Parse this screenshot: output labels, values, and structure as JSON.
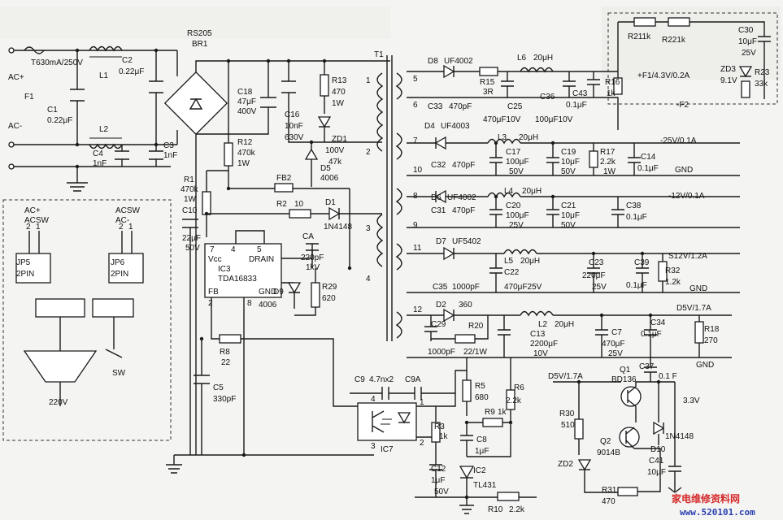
{
  "input": {
    "fuse": "T630mA/250V",
    "f1": "F1",
    "ac_plus": "AC+",
    "ac_minus": "AC-",
    "l1": "L1",
    "l2": "L2",
    "c1": "C1",
    "c1_val": "0.22μF",
    "c2": "C2",
    "c2_val": "0.22μF",
    "c4": "C4",
    "c4_val": "1nF",
    "c3": "C3",
    "c3_val": "1nF"
  },
  "bridge": {
    "part": "RS205",
    "ref": "BR1"
  },
  "jumpers": {
    "jp5": "JP5",
    "jp5_pins": "2PIN",
    "jp5_a": "2",
    "jp5_b": "1",
    "jp5_t1": "AC+",
    "jp5_t2": "ACSW",
    "jp6": "JP6",
    "jp6_pins": "2PIN",
    "jp6_a": "2",
    "jp6_b": "1",
    "jp6_t1": "ACSW",
    "jp6_t2": "AC-",
    "sw": "SW",
    "v220": "220V"
  },
  "primary": {
    "c18": "C18",
    "c18_v1": "47μF",
    "c18_v2": "400V",
    "c16": "C16",
    "c16_v1": "10nF",
    "c16_v2": "630V",
    "r13": "R13",
    "r13_v1": "470",
    "r13_v2": "1W",
    "zd1": "ZD1",
    "zd1_v1": "100V",
    "zd1_v2": "47k",
    "d5": "D5",
    "d5_v": "4006",
    "r12": "R12",
    "r12_v1": "470k",
    "r12_v2": "1W",
    "r1": "R1",
    "r1_v1": "470k",
    "r1_v2": "1W",
    "fb2": "FB2",
    "c10": "C10",
    "c10_v1": "22μF",
    "c10_v2": "50V",
    "r2": "R2",
    "r2_v": "10",
    "d1": "D1",
    "d1_v": "1N4148",
    "ic3": "IC3",
    "ic3_part": "TDA16833",
    "vcc": "Vcc",
    "drain": "DRAIN",
    "fb": "FB",
    "gnd": "GND",
    "pin7": "7",
    "pin4": "4",
    "pin5": "5",
    "pin2": "2",
    "pin8": "8",
    "ca": "CA",
    "ca_v1": "220pF",
    "ca_v2": "1kV",
    "d9": "D9",
    "d9_v": "4006",
    "r29": "R29",
    "r29_v": "620",
    "r8": "R8",
    "r8_v": "22",
    "c5": "C5",
    "c5_v": "330pF",
    "t1": "T1",
    "t1_p1": "1",
    "t1_p2": "2",
    "t1_p3": "3",
    "t1_p4": "4"
  },
  "secondary": {
    "pins": [
      "5",
      "6",
      "7",
      "8",
      "9",
      "10",
      "11",
      "12"
    ],
    "d8": "D8",
    "d8_v": "UF4002",
    "c33": "C33",
    "c33_v": "470pF",
    "r15": "R15",
    "r15_v": "3R",
    "l6": "L6",
    "l6_v": "20μH",
    "c25": "C25",
    "c25_v": "470μF10V",
    "c36": "C36",
    "c36_v": "100μF10V",
    "c43": "C43",
    "c43_v": "0.1μF",
    "r16": "R16",
    "r16_v": "1k",
    "f1_out": "+F1/4.3V/0.2A",
    "f2_out": "-F2",
    "r211k_a": "R211k",
    "r211k_b": "R221k",
    "c30": "C30",
    "c30_v1": "10μF",
    "c30_v2": "25V",
    "zd3": "ZD3",
    "zd3_v": "9.1V",
    "r23": "R23",
    "r23_v": "33k",
    "d4": "D4",
    "d4_v": "UF4003",
    "c32": "C32",
    "c32_v": "470pF",
    "l3": "L3",
    "l3_v": "20μH",
    "c17": "C17",
    "c17_v1": "100μF",
    "c17_v2": "50V",
    "c19": "C19",
    "c19_v1": "10μF",
    "c19_v2": "50V",
    "r17": "R17",
    "r17_v1": "2.2k",
    "r17_v2": "1W",
    "c14": "C14",
    "c14_v": "0.1μF",
    "out_m25": "-25V/0.1A",
    "gnd1": "GND",
    "d6": "D6",
    "d6_v": "UF4002",
    "c31": "C31",
    "c31_v": "470pF",
    "l4": "L4",
    "l4_v": "20μH",
    "c20": "C20",
    "c20_v1": "100μF",
    "c20_v2": "25V",
    "c21": "C21",
    "c21_v1": "10μF",
    "c21_v2": "50V",
    "c38": "C38",
    "c38_v": "0.1μF",
    "out_m12": "-12V/0.1A",
    "d7": "D7",
    "d7_v": "UF5402",
    "c35": "C35",
    "c35_v": "1000pF",
    "l5": "L5",
    "l5_v": "20μH",
    "c22": "C22",
    "c22_v": "470μF25V",
    "c23": "C23",
    "c23_v1": "220μF",
    "c23_v2": "25V",
    "c39": "C39",
    "c39_v": "0.1μF",
    "r32": "R32",
    "r32_v": "1.2k",
    "out_s12": "S12V/1.2A",
    "gnd2": "GND",
    "d2": "D2",
    "d2_v": "360",
    "c29": "C29",
    "c29_v": "1000pF",
    "r20": "R20",
    "r20_v": "22/1W",
    "l2": "L2",
    "l2_v": "20μH",
    "c13": "C13",
    "c13_v1": "2200μF",
    "c13_v2": "10V",
    "c7": "C7",
    "c7_v1": "470μF",
    "c7_v2": "25V",
    "c34": "C34",
    "c34_v": "0.1μF",
    "r18": "R18",
    "r18_v": "270",
    "out_d5v": "D5V/1.7A",
    "gnd3": "GND",
    "c37": "C37",
    "c37_v": "0.1 F"
  },
  "feedback": {
    "c9": "C9",
    "c9_v": "4.7nx2",
    "c9a": "C9A",
    "ic7": "IC7",
    "p4": "4",
    "p3": "3",
    "p1": "1",
    "p2": "2",
    "r5": "R5",
    "r5_v": "680",
    "r6": "R6",
    "r6_v": "2.2k",
    "r9": "R9",
    "r9_v": "1k",
    "r3": "R3",
    "r3_v": "1k",
    "c8": "C8",
    "c8_v": "1μF",
    "c12": "C12",
    "c12_v1": "1μF",
    "c12_v2": "50V",
    "ic2": "IC2",
    "ic2_v": "TL431",
    "r10": "R10",
    "r10_v": "2.2k",
    "d5v_in": "D5V/1.7A",
    "q1": "Q1",
    "q1_v": "BD136",
    "r30": "R30",
    "r30_v": "510",
    "q2": "Q2",
    "q2_v": "9014B",
    "zd2": "ZD2",
    "r31": "R31",
    "r31_v": "470",
    "d10": "D10",
    "d10_v": "1N4148",
    "v33": "3.3V",
    "c41": "C41",
    "c41_v": "10μF"
  },
  "watermark": {
    "cn": "家电维修资料网",
    "url": "www.520101.com"
  },
  "icons": [
    "fuse-icon",
    "bridge-rectifier-icon",
    "transformer-icon",
    "optocoupler-icon",
    "ground-icon"
  ]
}
